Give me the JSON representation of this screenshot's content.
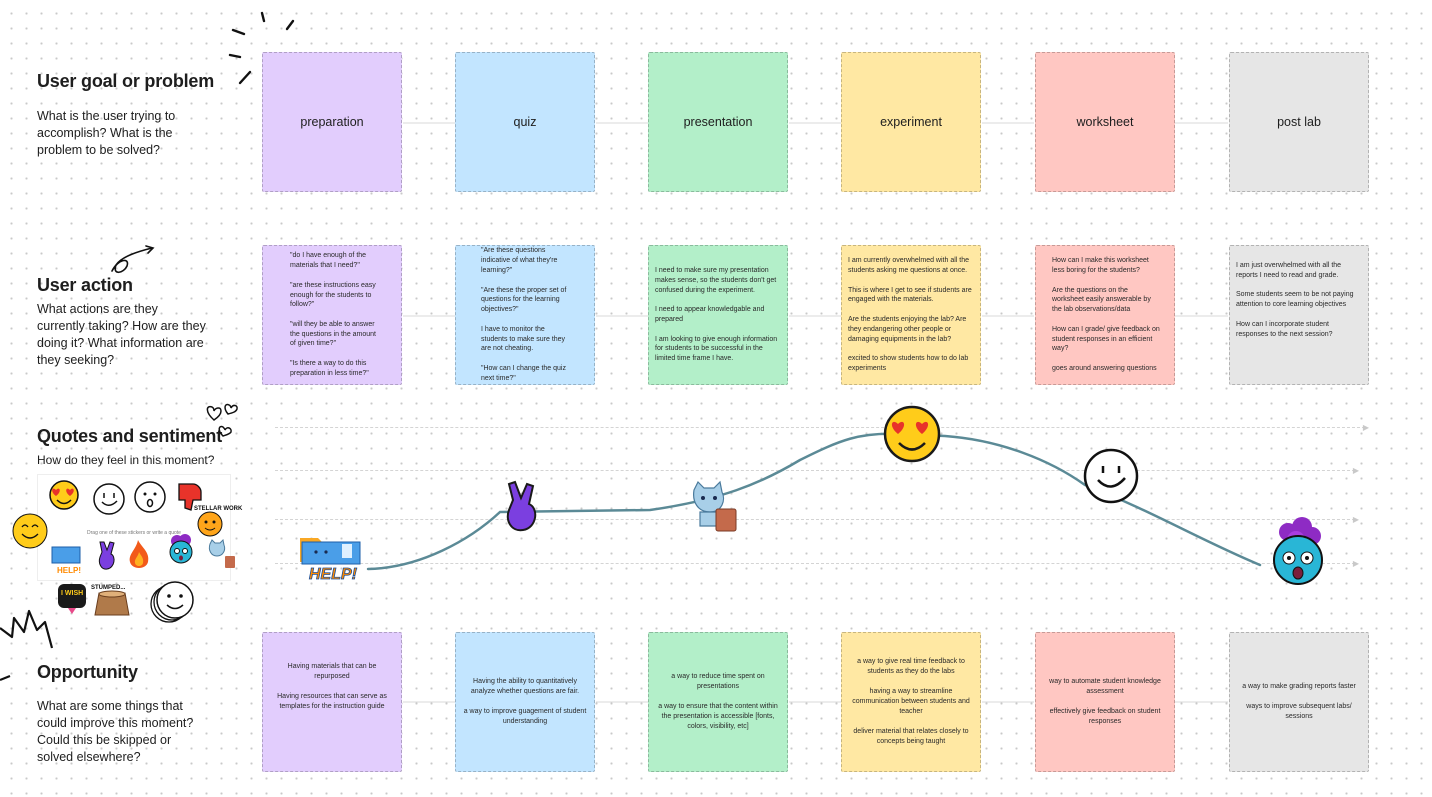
{
  "rows": {
    "goal": {
      "title": "User goal or problem",
      "description": "What is the user trying to accomplish? What is the problem to be solved?"
    },
    "action": {
      "title": "User action",
      "description": "What actions are they currently taking? How are they doing it? What information are they seeking?"
    },
    "quotes": {
      "title": "Quotes and sentiment",
      "description": "How do they feel in this moment?"
    },
    "opportunity": {
      "title": "Opportunity",
      "description": "What are some things that could improve this moment? Could this be skipped or solved elsewhere?"
    }
  },
  "stages": [
    {
      "name": "preparation",
      "color": "#e2cdfd",
      "action": "\"do I have enough of the materials that I need?\"\n\n\"are these instructions easy enough for the students to follow?\"\n\n\"will they be able to answer the questions in the amount of given time?\"\n\n\"Is there a way to do this preparation in less time?\"",
      "opportunity": "Having materials that can be repurposed\n\nHaving resources that can serve as templates for the instruction guide"
    },
    {
      "name": "quiz",
      "color": "#c2e5ff",
      "action": "\"Are these questions indicative of what they're learning?\"\n\n\"Are these the proper set of questions for the learning objectives?\"\n\nI have to monitor the students to make sure they are not cheating.\n\n\"How can I change the quiz next time?\"",
      "opportunity": "Having the ability to quantitatively analyze whether questions are fair.\n\na way to improve guagement of  student understanding"
    },
    {
      "name": "presentation",
      "color": "#b3efc9",
      "action": "I need to make sure my presentation makes sense, so the students don't get confused during the experiment.\n\nI need to appear knowledgable and prepared\n\nI am looking to give enough information for students to be successful in the limited time frame I have.",
      "opportunity": "a way to reduce time spent on presentations\n\na way to ensure that the content within the presentation is accessible [fonts, colors, visibility, etc]"
    },
    {
      "name": "experiment",
      "color": "#ffe8a3",
      "action": "I am currently overwhelmed with all the students asking me questions at once.\n\nThis is where I get to see if students are engaged with the materials.\n\nAre the students enjoying the lab? Are they endangering other people or damaging equipments in the lab?\n\nexcited to show students how to do lab experiments",
      "opportunity": "a way to give real time feedback to students as they do the labs\n\nhaving a way to streamline communication between students and teacher\n\ndeliver material that relates closely to concepts being taught"
    },
    {
      "name": "worksheet",
      "color": "#ffc7c2",
      "action": "How can I make this worksheet less boring for the students?\n\nAre the questions on the worksheet easily answerable by the lab observations/data\n\nHow can I grade/ give feedback on student responses in an efficient way?\n\ngoes around answering questions",
      "opportunity": "way to automate student knowledge assessment\n\neffectively give feedback on student responses"
    },
    {
      "name": "post lab",
      "color": "#e6e6e6",
      "action": "I am just overwhelmed with all the reports I need to read and grade.\n\nSome students seem to be not paying attention to core learning objectives\n\nHow can I incorporate student responses to the next session?",
      "opportunity": "a way to make grading reports faster\n\nways to improve subsequent labs/ sessions"
    }
  ],
  "stickers": {
    "panel_caption": "Drag one of these stickers or write a quote",
    "help_text": "HELP!",
    "stellar_text": "STELLAR WORK",
    "wish_text": "I WISH",
    "stumped_text": "STUMPED...",
    "journey": [
      "help-folder-sticker",
      "peace-hand-sticker",
      "cat-clipboard-sticker",
      "heart-eyes-sticker",
      "smiley-sticker",
      "exploding-head-sticker"
    ]
  },
  "colors": {
    "curve": "#5b8a96",
    "lane": "#d4d4d4",
    "dot_grid": "#c9c9c9"
  }
}
